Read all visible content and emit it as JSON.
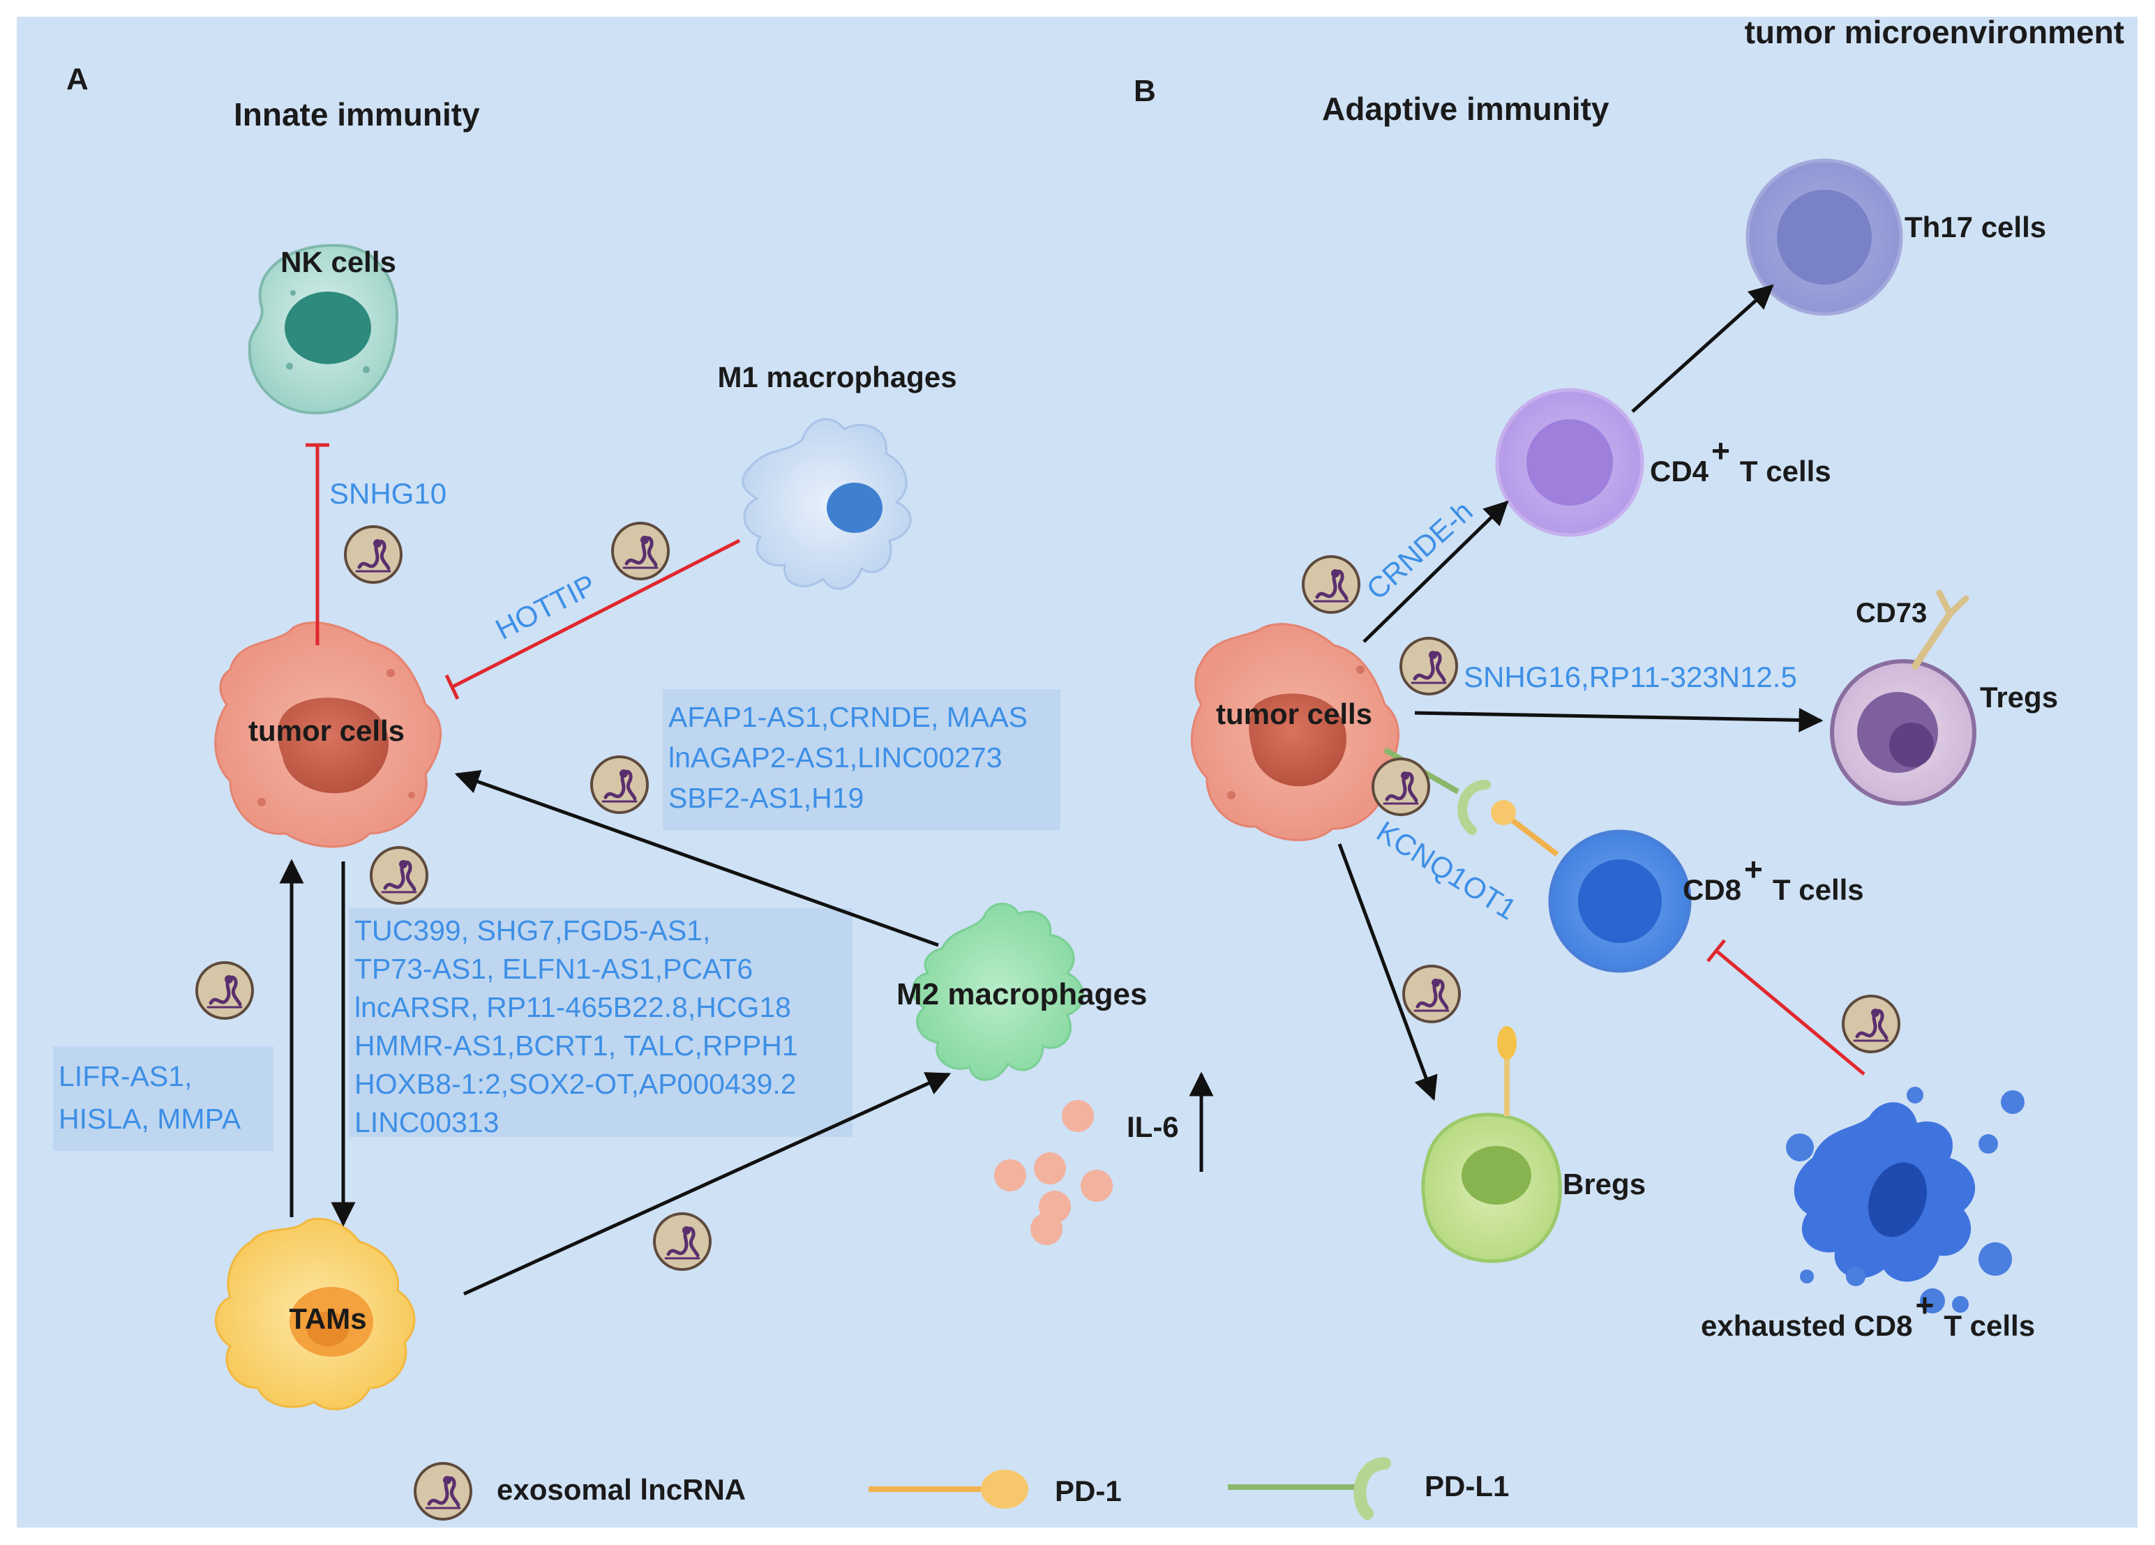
{
  "header": {
    "title": "tumor microenvironment"
  },
  "panel_a": {
    "letter": "A",
    "title": "Innate immunity",
    "cells": {
      "nk": "NK cells",
      "m1": "M1 macrophages",
      "tumor": "tumor cells",
      "m2": "M2  macrophages",
      "tams": "TAMs"
    },
    "lncrnas": {
      "snhg10": "SNHG10",
      "hottip": "HOTTIP",
      "m2_to_tumor": [
        "AFAP1-AS1,CRNDE, MAAS",
        "lnAGAP2-AS1,LINC00273",
        "SBF2-AS1,H19"
      ],
      "tumor_to_tams": [
        "TUC399, SHG7,FGD5-AS1,",
        "TP73-AS1, ELFN1-AS1,PCAT6",
        "lncARSR, RP11-465B22.8,HCG18",
        "HMMR-AS1,BCRT1, TALC,RPPH1",
        "HOXB8-1:2,SOX2-OT,AP000439.2",
        "LINC00313"
      ],
      "tams_to_tumor": [
        "LIFR-AS1,",
        "HISLA, MMPA"
      ]
    },
    "il6": "IL-6"
  },
  "panel_b": {
    "letter": "B",
    "title": "Adaptive immunity",
    "cells": {
      "th17": "Th17 cells",
      "cd4_main": "CD4",
      "cd4_sup": "+",
      "cd4_tail": "T cells",
      "tumor": "tumor cells",
      "cd73": "CD73",
      "tregs": "Tregs",
      "cd8_main": "CD8",
      "cd8_sup": "+",
      "cd8_tail": "T cells",
      "bregs": "Bregs",
      "exh_main": "exhausted CD8",
      "exh_sup": "+",
      "exh_tail": "T cells"
    },
    "lncrnas": {
      "crnde_h": "CRNDE-h",
      "snhg16": "SNHG16,RP11-323N12.5",
      "kcnq1ot1": "KCNQ1OT1"
    }
  },
  "legend": {
    "exosomal": "exosomal lncRNA",
    "pd1": "PD-1",
    "pdl1": "PD-L1"
  },
  "colors": {
    "background": "#cfe1f5",
    "lncrna_text": "#3d8fe6",
    "inhibit": "#e0282e",
    "activate": "#111111",
    "pd1": "#f0b24d",
    "pdl1": "#8ab86a"
  },
  "icons": [
    "exosome-icon",
    "nk-cell-icon",
    "macrophage-icon",
    "tumor-cell-icon",
    "t-cell-icon",
    "receptor-icon"
  ]
}
